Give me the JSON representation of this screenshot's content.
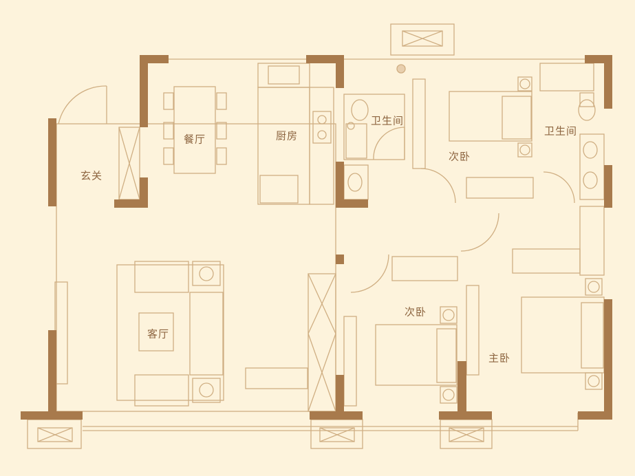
{
  "colors": {
    "background": "#fdf3dc",
    "wall": "#a87a4c",
    "line": "#cfae82",
    "text": "#8d6540"
  },
  "rooms": [
    {
      "id": "entry",
      "label": "玄关"
    },
    {
      "id": "dining",
      "label": "餐厅"
    },
    {
      "id": "kitchen",
      "label": "厨房"
    },
    {
      "id": "bath1",
      "label": "卫生间"
    },
    {
      "id": "bedroom2a",
      "label": "次卧"
    },
    {
      "id": "bath2",
      "label": "卫生间"
    },
    {
      "id": "living",
      "label": "客厅"
    },
    {
      "id": "bedroom2b",
      "label": "次卧"
    },
    {
      "id": "master",
      "label": "主卧"
    }
  ]
}
